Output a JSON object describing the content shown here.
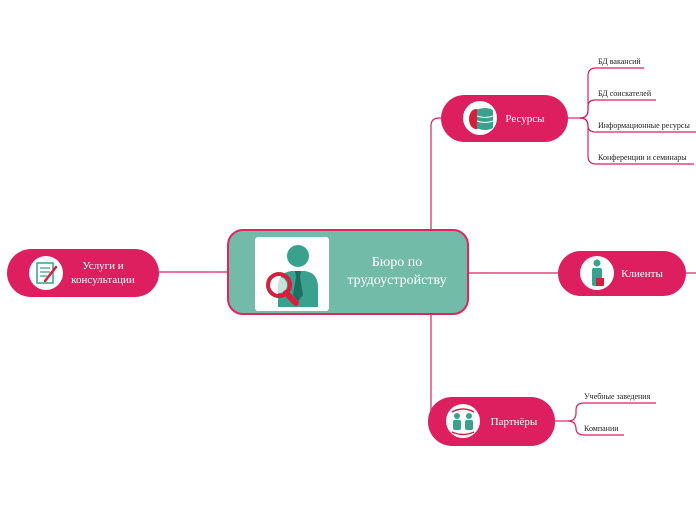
{
  "central": {
    "title": "Бюро по трудоустройству",
    "icon": "job-search-icon"
  },
  "topics": {
    "resources": {
      "label": "Ресурсы",
      "icon": "database-icon",
      "subtopics": [
        "БД вакансий",
        "БД соискателей",
        "Информационные ресурсы",
        "Конференции и семинары"
      ]
    },
    "clients": {
      "label": "Клиенты",
      "icon": "person-info-icon"
    },
    "partners": {
      "label": "Партнёры",
      "icon": "partners-icon",
      "subtopics": [
        "Учебные заведения",
        "Компании"
      ]
    },
    "services": {
      "label": "Услуги и консультации",
      "icon": "document-edit-icon"
    }
  },
  "colors": {
    "accent": "#dd1f5f",
    "central_fill": "#73bba9",
    "link": "#dd1f5f",
    "white": "#ffffff"
  }
}
